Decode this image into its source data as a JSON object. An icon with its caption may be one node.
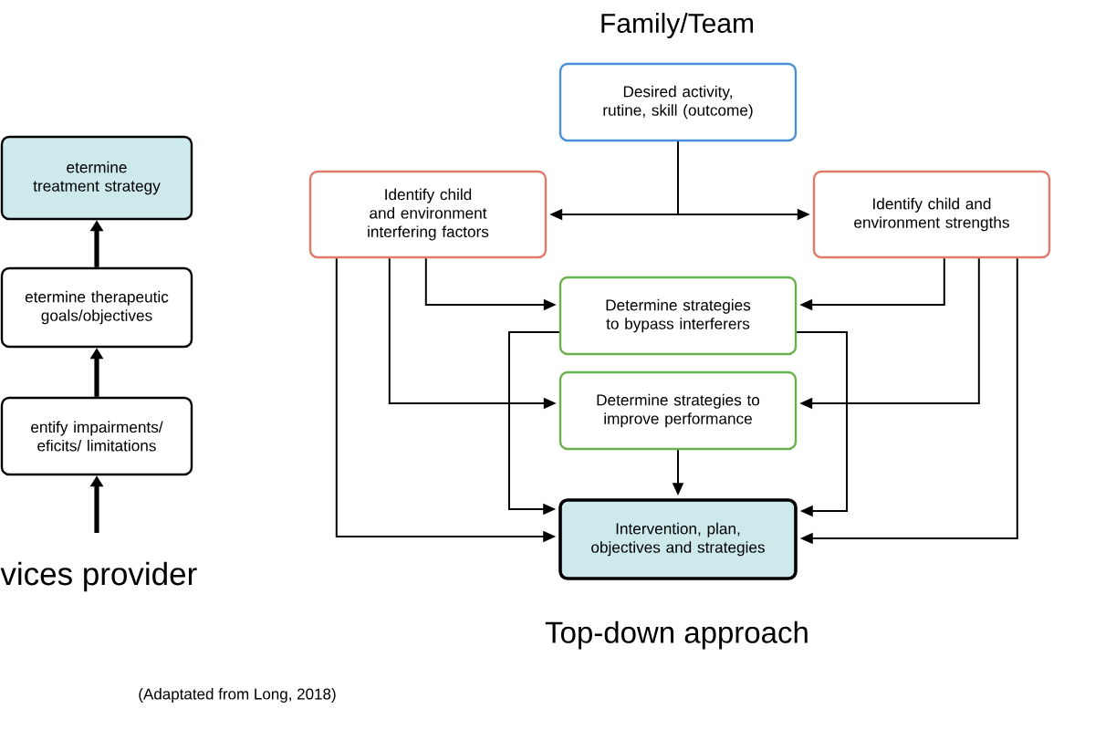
{
  "diagram": {
    "nodes": [
      {
        "text": [
          "etermine treatment strategy"
        ]
      },
      {
        "text": [
          "etermine therapeutic goals/objectives"
        ]
      },
      {
        "text": [
          "entify impairments/ eficits/ limitations"
        ]
      },
      {
        "text": [
          "Desired activity, rutine, skill (outcome)"
        ]
      },
      {
        "text": [
          "Identify child and environment interfering factors"
        ]
      },
      {
        "text": [
          "Identify child and environment strengths"
        ]
      },
      {
        "text": [
          "Determine strategies to bypass interferers"
        ]
      },
      {
        "text": [
          "Determine strategies to improve performance"
        ]
      },
      {
        "text": [
          "Intervention, plan, objectives and strategies"
        ]
      }
    ],
    "edges": [
      {
        "from": null,
        "to": 2,
        "arrow": "to",
        "style": "thick"
      },
      {
        "from": 2,
        "to": 1,
        "arrow": "to",
        "style": "thick"
      },
      {
        "from": 1,
        "to": 0,
        "arrow": "to",
        "style": "thick"
      },
      {
        "from": 3,
        "to": 4,
        "arrow": "to"
      },
      {
        "from": 3,
        "to": 5,
        "arrow": "to"
      },
      {
        "from": 4,
        "to": 6,
        "arrow": "to"
      },
      {
        "from": 4,
        "to": 7,
        "arrow": "to"
      },
      {
        "from": 4,
        "to": 8,
        "arrow": "to"
      },
      {
        "from": 5,
        "to": 6,
        "arrow": "to"
      },
      {
        "from": 5,
        "to": 7,
        "arrow": "to"
      },
      {
        "from": 5,
        "to": 8,
        "arrow": "to"
      },
      {
        "from": 6,
        "to": 8,
        "arrow": "to"
      },
      {
        "from": 6,
        "to": 8,
        "arrow": "to"
      },
      {
        "from": 7,
        "to": 8,
        "arrow": "to"
      }
    ],
    "labels": [
      "Family/Team",
      "vices provider",
      "Top-down approach",
      "(Adaptated from Long, 2018)"
    ]
  }
}
